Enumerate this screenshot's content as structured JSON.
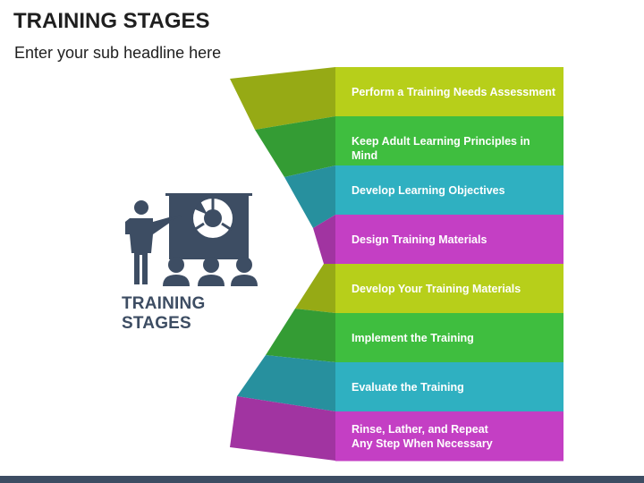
{
  "header": {
    "title": "TRAINING STAGES",
    "subtitle": "Enter your sub headline here"
  },
  "icon": {
    "name": "presenter-with-audience-icon",
    "caption": "TRAINING STAGES",
    "color": "#3d4d63"
  },
  "stages": [
    {
      "lines": [
        "Perform a Training Needs Assessment"
      ],
      "color": "#b7cf1a"
    },
    {
      "lines": [
        "Keep Adult Learning Principles in Mind"
      ],
      "color": "#3fbe3f"
    },
    {
      "lines": [
        "Develop Learning Objectives"
      ],
      "color": "#2fb0c1"
    },
    {
      "lines": [
        "Design Training Materials"
      ],
      "color": "#c43fc4"
    },
    {
      "lines": [
        "Develop Your Training Materials"
      ],
      "color": "#b7cf1a"
    },
    {
      "lines": [
        "Implement the Training"
      ],
      "color": "#3fbe3f"
    },
    {
      "lines": [
        "Evaluate the Training"
      ],
      "color": "#2fb0c1"
    },
    {
      "lines": [
        "Rinse, Lather, and Repeat",
        "Any Step When Necessary"
      ],
      "color": "#c43fc4"
    }
  ]
}
